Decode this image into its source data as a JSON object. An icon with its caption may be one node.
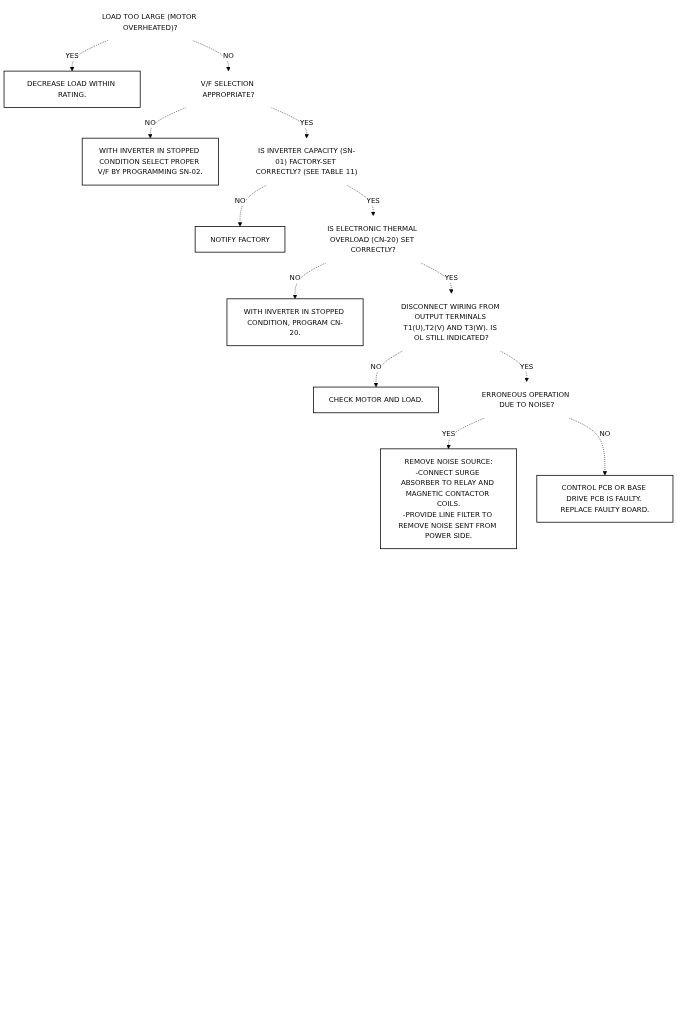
{
  "diagram": {
    "nodes": [
      {
        "text": [
          "LOAD TOO LARGE (MOTOR OVERHEATED)?"
        ]
      },
      {
        "text": [
          "DECREASE LOAD WITHIN RATING."
        ]
      },
      {
        "text": [
          "V/F SELECTION APPROPRIATE?"
        ]
      },
      {
        "text": [
          "WITH INVERTER IN STOPPED CONDITION SELECT PROPER V/F BY PROGRAMMING SN-02."
        ]
      },
      {
        "text": [
          "IS INVERTER CAPACITY (SN-01) FACTORY-SET CORRECTLY? (SEE TABLE 11)"
        ]
      },
      {
        "text": [
          "NOTIFY FACTORY"
        ]
      },
      {
        "text": [
          "IS ELECTRONIC THERMAL OVERLOAD (CN-20) SET CORRECTLY?"
        ]
      },
      {
        "text": [
          "WITH INVERTER IN STOPPED CONDITION, PROGRAM CN-20."
        ]
      },
      {
        "text": [
          "DISCONNECT WIRING FROM OUTPUT TERMINALS T1(U),T2(V) AND T3(W). IS OL STILL INDICATED?"
        ]
      },
      {
        "text": [
          "CHECK MOTOR AND LOAD."
        ]
      },
      {
        "text": [
          "ERRONEOUS OPERATION DUE TO NOISE?"
        ]
      },
      {
        "text": [
          "REMOVE NOISE SOURCE:",
          "-CONNECT SURGE ABSORBER TO RELAY AND MAGNETIC CONTACTOR COILS.",
          "-PROVIDE LINE FILTER TO REMOVE NOISE SENT FROM POWER SIDE."
        ]
      },
      {
        "text": [
          "CONTROL PCB OR BASE DRIVE PCB IS FAULTY. REPLACE FAULTY BOARD."
        ]
      }
    ],
    "edges": [
      {
        "from": 0,
        "to": 1,
        "arrow": "to",
        "label": "YES",
        "style": "dashed"
      },
      {
        "from": 0,
        "to": 2,
        "arrow": "to",
        "label": "NO",
        "style": "dashed"
      },
      {
        "from": 2,
        "to": 3,
        "arrow": "to",
        "label": "NO",
        "style": "dashed"
      },
      {
        "from": 2,
        "to": 4,
        "arrow": "to",
        "label": "YES",
        "style": "dashed"
      },
      {
        "from": 4,
        "to": 5,
        "arrow": "to",
        "label": "NO",
        "style": "dashed"
      },
      {
        "from": 4,
        "to": 6,
        "arrow": "to",
        "label": "YES",
        "style": "dashed"
      },
      {
        "from": 6,
        "to": 7,
        "arrow": "to",
        "label": "NO",
        "style": "dashed"
      },
      {
        "from": 6,
        "to": 8,
        "arrow": "to",
        "label": "YES",
        "style": "dashed"
      },
      {
        "from": 8,
        "to": 9,
        "arrow": "to",
        "label": "NO",
        "style": "dashed"
      },
      {
        "from": 8,
        "to": 10,
        "arrow": "to",
        "label": "YES",
        "style": "dashed"
      },
      {
        "from": 10,
        "to": 11,
        "arrow": "to",
        "label": "YES",
        "style": "dashed"
      },
      {
        "from": 10,
        "to": 12,
        "arrow": "to",
        "label": "NO",
        "style": "dashed"
      }
    ]
  }
}
